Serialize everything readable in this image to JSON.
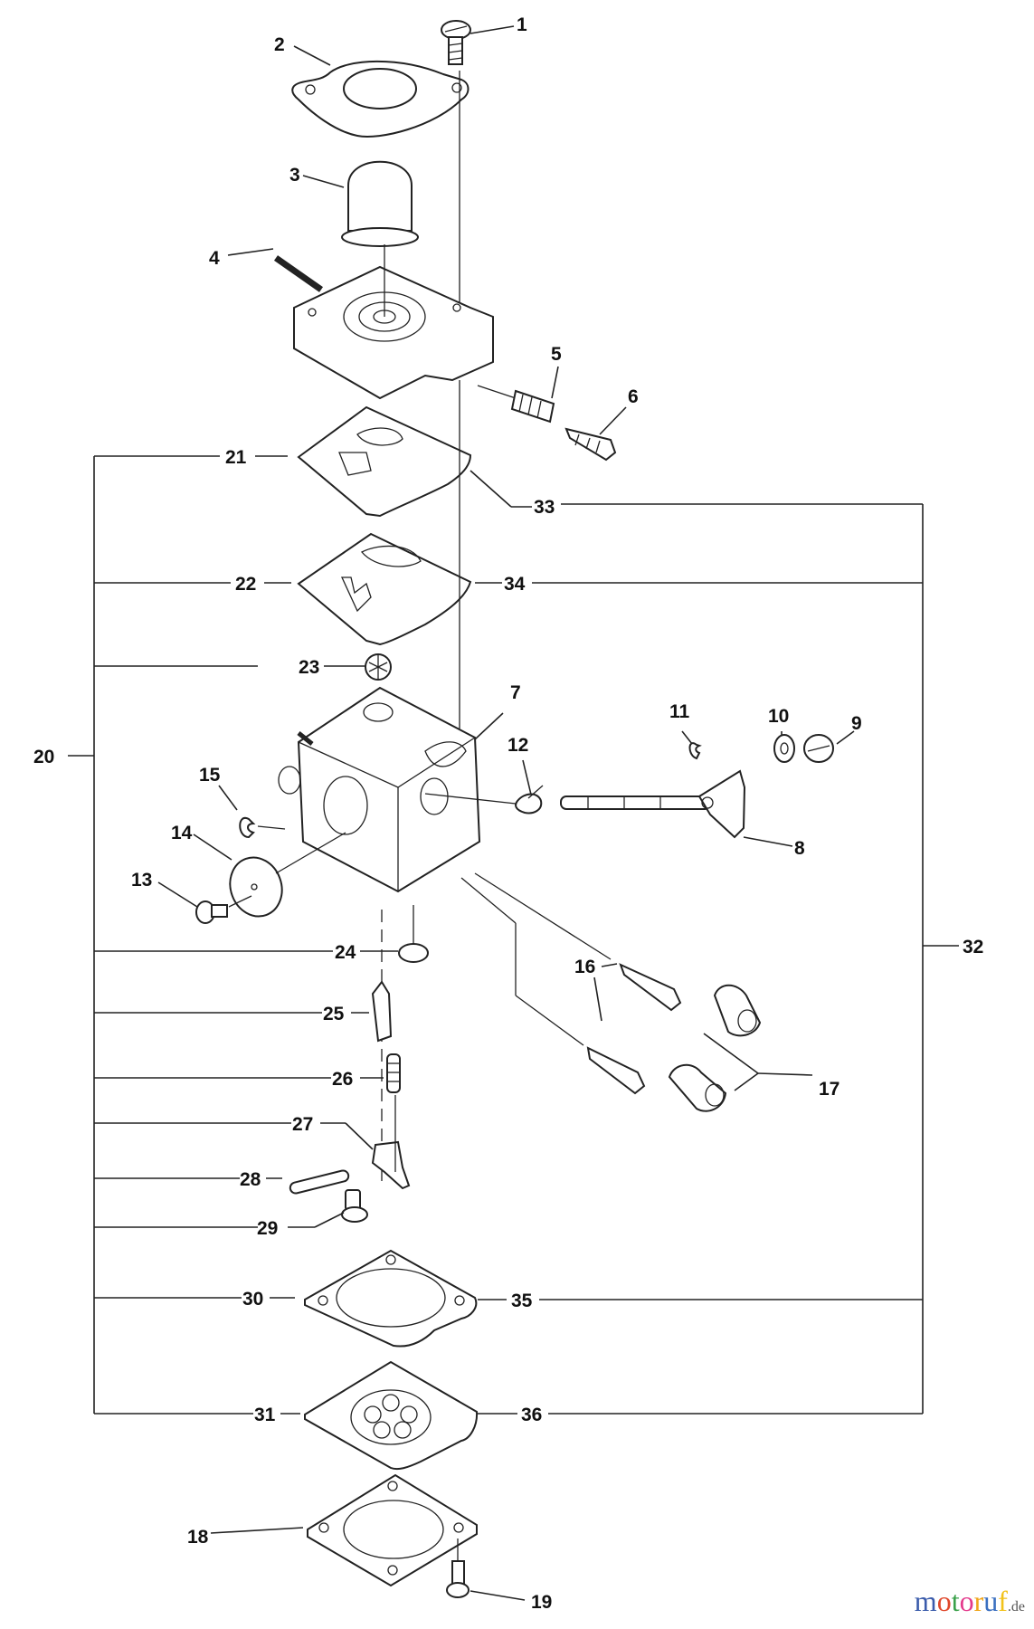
{
  "diagram": {
    "title": "Carburetor exploded parts diagram",
    "part_numbers": [
      "1",
      "2",
      "3",
      "4",
      "5",
      "6",
      "7",
      "8",
      "9",
      "10",
      "11",
      "12",
      "13",
      "14",
      "15",
      "16",
      "17",
      "18",
      "19",
      "20",
      "21",
      "22",
      "23",
      "24",
      "25",
      "26",
      "27",
      "28",
      "29",
      "30",
      "31",
      "32",
      "33",
      "34",
      "35",
      "36"
    ],
    "labels": {
      "p1": "1",
      "p2": "2",
      "p3": "3",
      "p4": "4",
      "p5": "5",
      "p6": "6",
      "p7": "7",
      "p8": "8",
      "p9": "9",
      "p10": "10",
      "p11": "11",
      "p12": "12",
      "p13": "13",
      "p14": "14",
      "p15": "15",
      "p16": "16",
      "p17": "17",
      "p18": "18",
      "p19": "19",
      "p20": "20",
      "p21": "21",
      "p22": "22",
      "p23": "23",
      "p24": "24",
      "p25": "25",
      "p26": "26",
      "p27": "27",
      "p28": "28",
      "p29": "29",
      "p30": "30",
      "p31": "31",
      "p32": "32",
      "p33": "33",
      "p34": "34",
      "p35": "35",
      "p36": "36"
    },
    "groups": {
      "kit_20": [
        "21",
        "22",
        "23",
        "24",
        "25",
        "26",
        "27",
        "28",
        "29",
        "30",
        "31"
      ],
      "kit_32": [
        "33",
        "34",
        "35",
        "36"
      ]
    }
  },
  "watermark": {
    "letters": [
      "m",
      "o",
      "t",
      "o",
      "r",
      "u",
      "f"
    ],
    "colors": [
      "#3a5bab",
      "#e0482b",
      "#3aa14a",
      "#e43a8c",
      "#f0a51a",
      "#3a6fc0",
      "#f2c21a"
    ],
    "suffix": ".de"
  }
}
